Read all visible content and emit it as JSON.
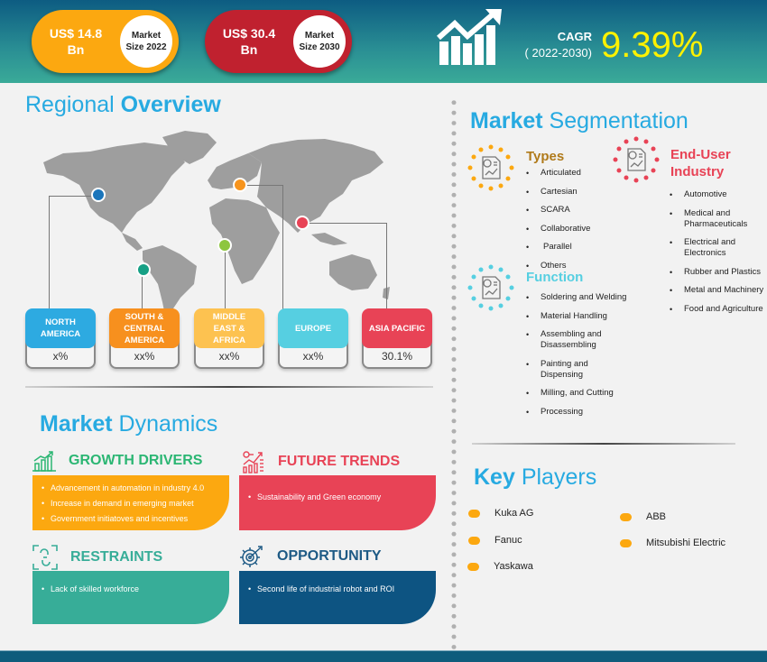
{
  "header": {
    "market_size_2022": {
      "value_line1": "US$ 14.8",
      "value_line2": "Bn",
      "label_line1": "Market",
      "label_line2": "Size 2022",
      "color": "#fca810"
    },
    "market_size_2030": {
      "value_line1": "US$ 30.4",
      "value_line2": "Bn",
      "label_line1": "Market",
      "label_line2": "Size 2030",
      "color": "#c0212f"
    },
    "cagr": {
      "label": "CAGR",
      "period": "( 2022-2030)",
      "value": "9.39%",
      "icon": "growth-chart-icon"
    }
  },
  "regional_overview": {
    "title_light": "Regional",
    "title_bold": "Overview",
    "regions": [
      {
        "name": "NORTH AMERICA",
        "lines": [
          "NORTH",
          "AMERICA"
        ],
        "share": "x%",
        "color": "#2daae1",
        "pin_color": "#1a75bb"
      },
      {
        "name": "SOUTH & CENTRAL AMERICA",
        "lines": [
          "SOUTH  &",
          "CENTRAL",
          "AMERICA"
        ],
        "share": "xx%",
        "color": "#f7901e",
        "pin_color": "#16a085"
      },
      {
        "name": "MIDDLE EAST & AFRICA",
        "lines": [
          "MIDDLE",
          "EAST &",
          "AFRICA"
        ],
        "share": "xx%",
        "color": "#fdc250",
        "pin_color": "#8dc63f"
      },
      {
        "name": "EUROPE",
        "lines": [
          "EUROPE"
        ],
        "share": "xx%",
        "color": "#56cfe1",
        "pin_color": "#f7941d"
      },
      {
        "name": "ASIA PACIFIC",
        "lines": [
          "ASIA PACIFIC"
        ],
        "share": "30.1%",
        "color": "#e84356",
        "pin_color": "#e84356"
      }
    ]
  },
  "market_segmentation": {
    "title_bold": "Market",
    "title_light": "Segmentation",
    "types": {
      "heading": "Types",
      "color": "#b07a1a",
      "ring_color": "#fca810",
      "items": [
        "Articulated",
        "Cartesian",
        "SCARA",
        "Collaborative",
        " Parallel",
        "Others"
      ]
    },
    "function": {
      "heading": "Function",
      "color": "#56cfe1",
      "ring_color": "#56cfe1",
      "items": [
        "Soldering and Welding",
        " Material Handling",
        " Assembling and Disassembling",
        "Painting and Dispensing",
        " Milling, and Cutting",
        "Processing"
      ]
    },
    "end_user": {
      "heading_line1": "End-User",
      "heading_line2": "Industry",
      "color": "#e84356",
      "ring_color": "#e84356",
      "items": [
        "Automotive",
        "Medical and Pharmaceuticals",
        "Electrical and Electronics",
        "Rubber and Plastics",
        "Metal and Machinery",
        "Food and Agriculture"
      ]
    }
  },
  "market_dynamics": {
    "title_bold": "Market",
    "title_light": "Dynamics",
    "growth_drivers": {
      "heading": "GROWTH DRIVERS",
      "heading_color": "#2bb673",
      "box_color": "#fca810",
      "items": [
        "Advancement in automation in industry 4.0",
        "Increase in demand in emerging  market",
        "Government initiatoves and incentives"
      ]
    },
    "future_trends": {
      "heading": "FUTURE TRENDS",
      "heading_color": "#e84356",
      "box_color": "#e84356",
      "items": [
        "Sustainability and Green economy"
      ]
    },
    "restraints": {
      "heading": "RESTRAINTS",
      "heading_color": "#37ad98",
      "box_color": "#37ad98",
      "items": [
        "Lack of skilled workforce"
      ]
    },
    "opportunity": {
      "heading": "OPPORTUNITY",
      "heading_color": "#1e5a85",
      "box_color": "#0d5482",
      "items": [
        "Second life of industrial robot and ROI"
      ]
    }
  },
  "key_players": {
    "title_bold": "Key",
    "title_light": "Players",
    "left": [
      "Kuka AG",
      "Fanuc",
      "Yaskawa"
    ],
    "right": [
      "ABB",
      "Mitsubishi Electric"
    ]
  }
}
